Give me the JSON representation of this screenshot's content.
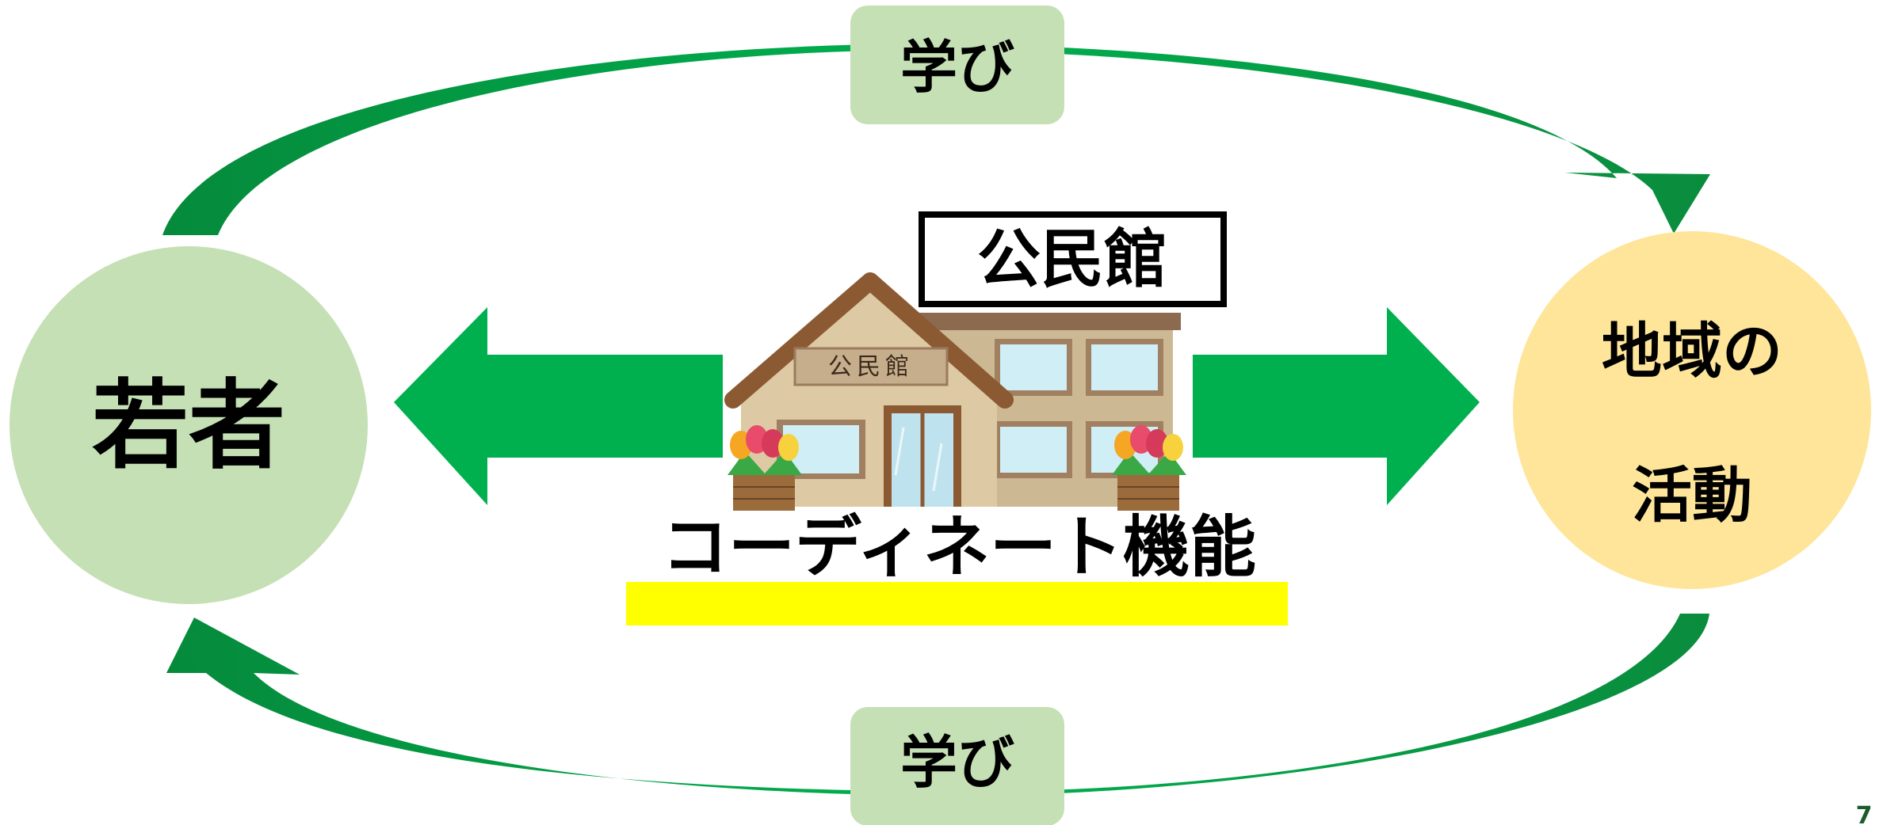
{
  "nodes": {
    "youth": {
      "label": "若者",
      "color": "#c5e0b4"
    },
    "community": {
      "line1": "地域の",
      "line2": "活動",
      "color": "#fee599"
    }
  },
  "top_label": {
    "text": "学び",
    "color": "#c5e0b4"
  },
  "bottom_label": {
    "text": "学び",
    "color": "#c5e0b4"
  },
  "building": {
    "title_box": "公民館",
    "sign": "公民館"
  },
  "coordinate_label": {
    "text": "コーディネート機能",
    "highlight_color": "#ffff00"
  },
  "arrow_color": "#00b04f",
  "cycle_color": "#00a94a",
  "page_number": "7"
}
